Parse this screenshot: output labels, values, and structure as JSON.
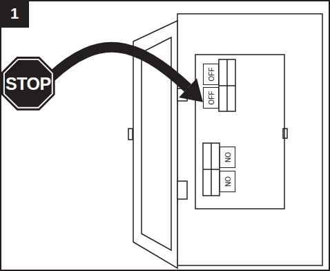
{
  "diagram": {
    "nodes": [
      {
        "text": [
          "1"
        ]
      },
      {
        "text": [
          "STOP"
        ]
      },
      {
        "text": [
          "OFF"
        ]
      },
      {
        "text": [
          "OFF"
        ]
      },
      {
        "text": [
          "ON"
        ]
      },
      {
        "text": [
          "ON"
        ]
      }
    ],
    "edges": [
      {
        "from": 1,
        "to": 3,
        "arrow": "to"
      }
    ]
  }
}
